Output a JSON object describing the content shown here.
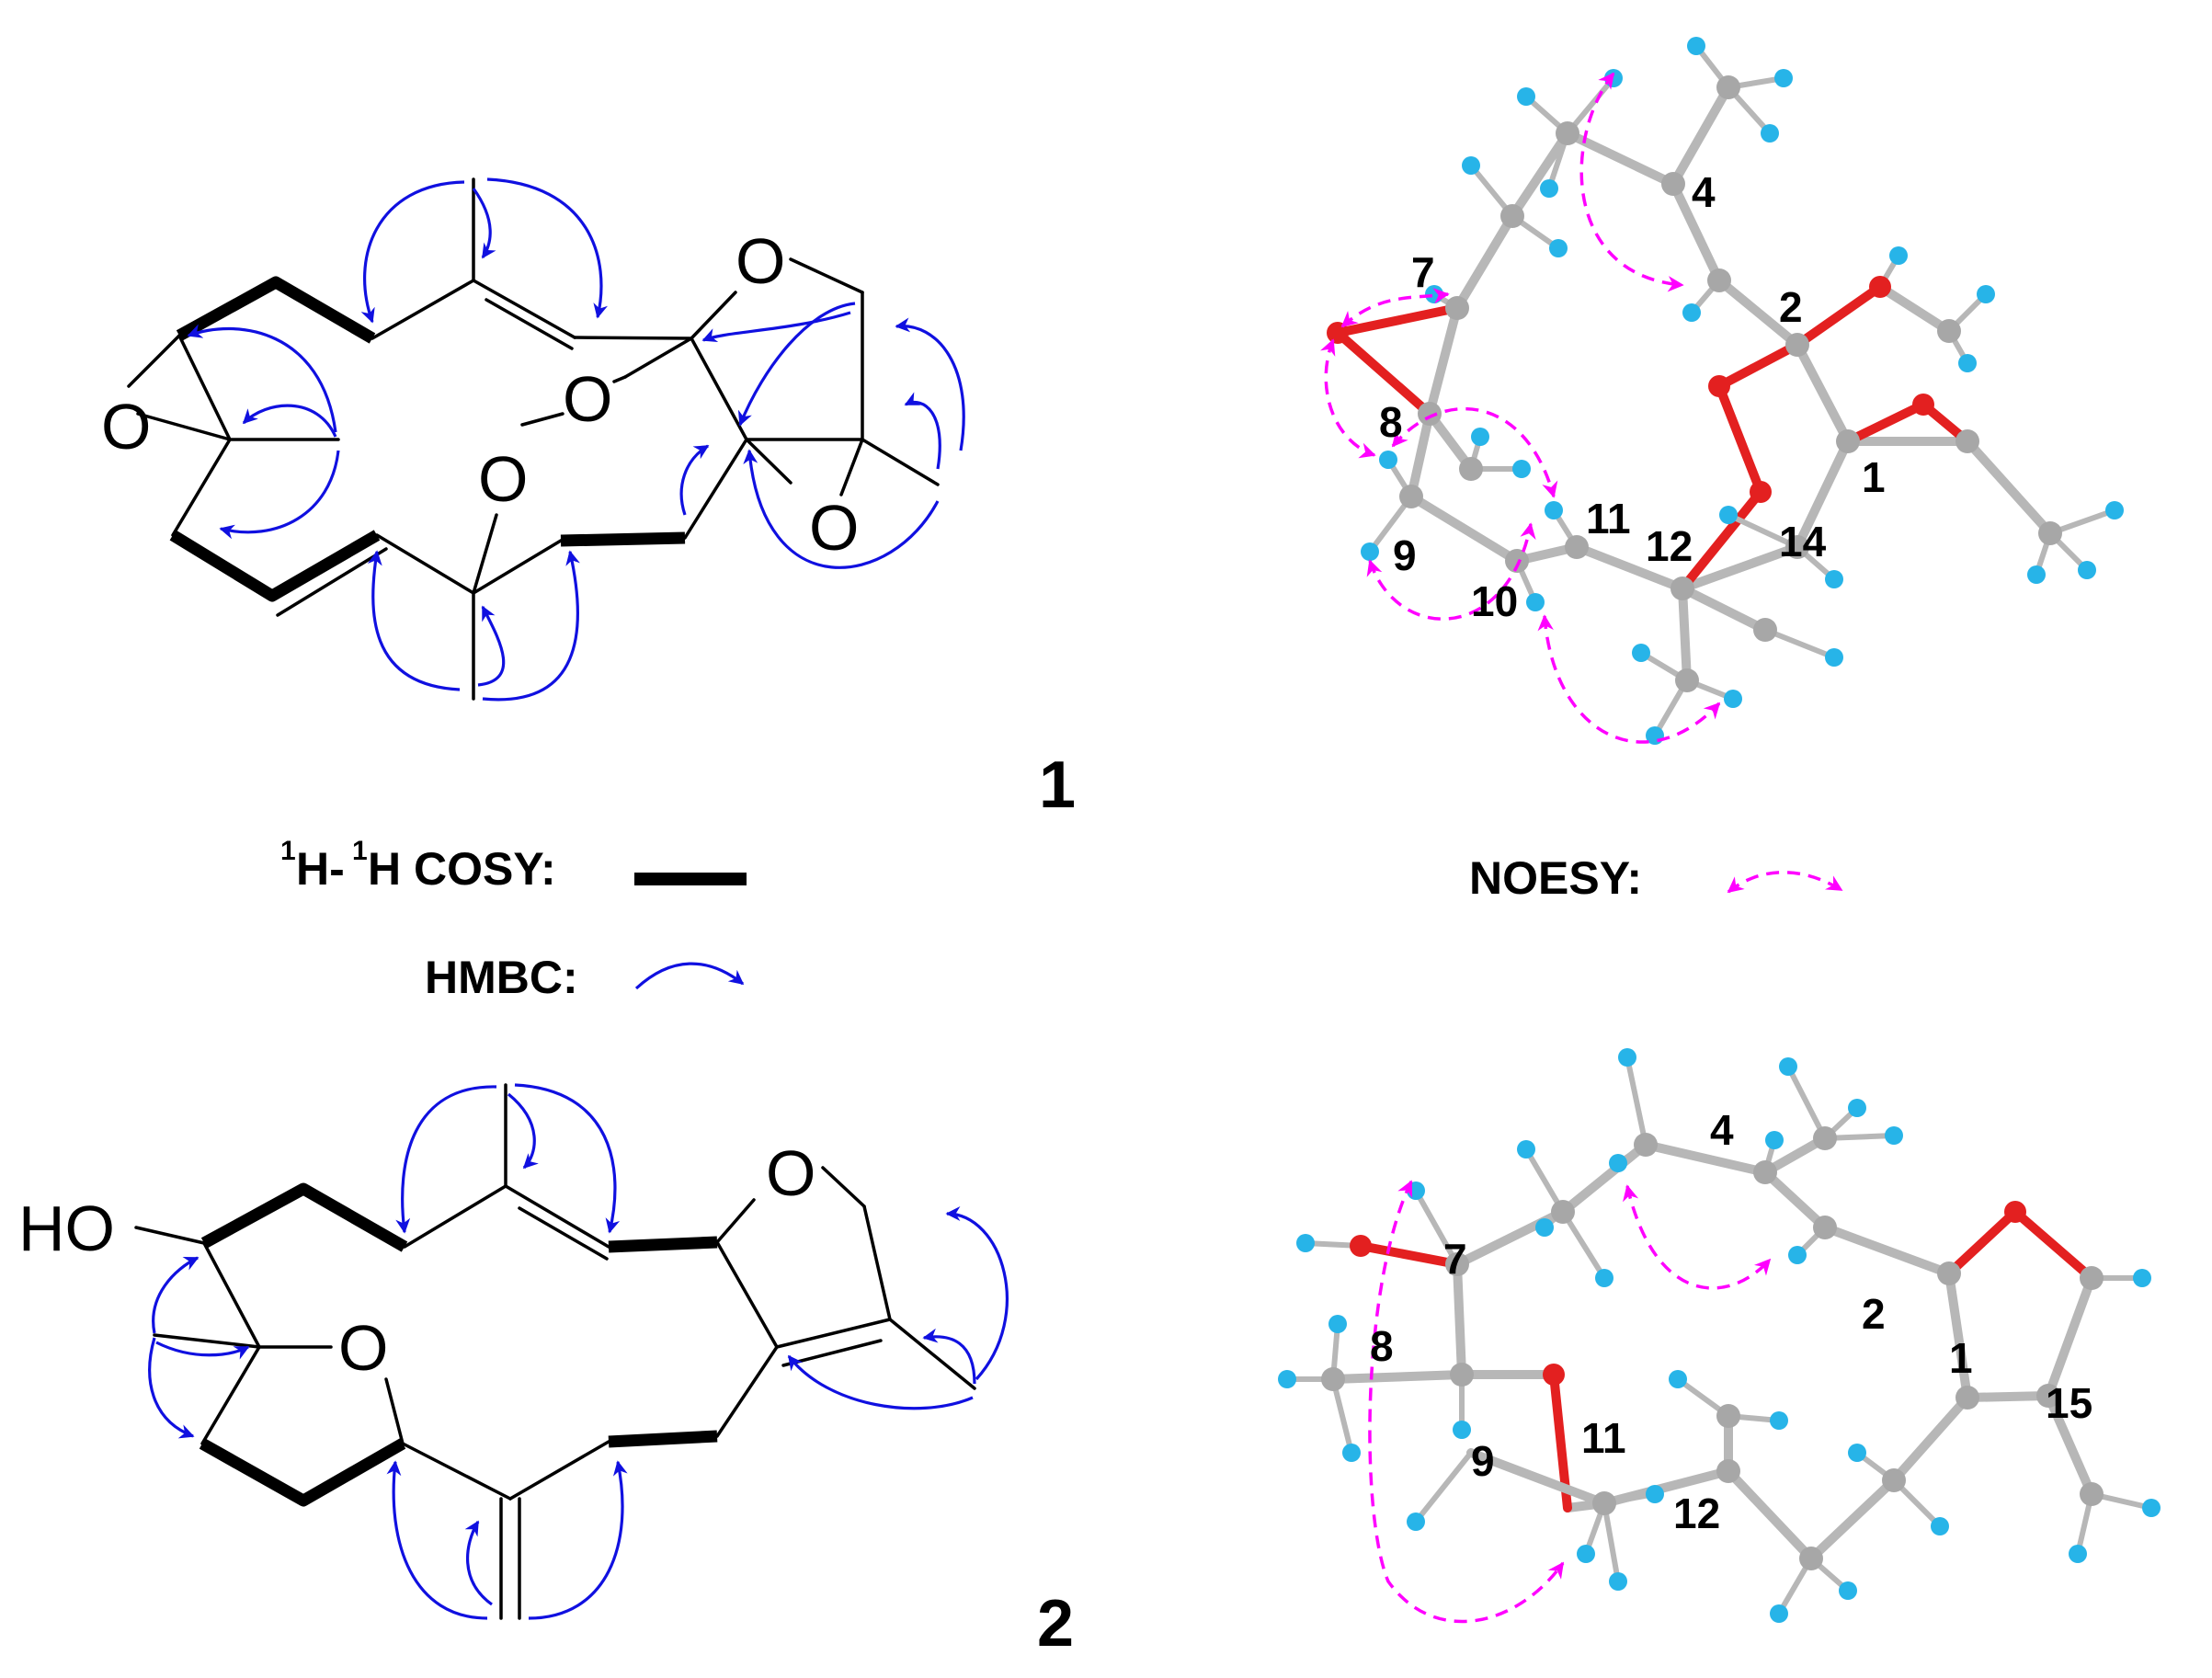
{
  "compounds": [
    {
      "number": "1"
    },
    {
      "number": "2"
    }
  ],
  "legend": {
    "cosy_sup1": "1",
    "cosy_h1": "H-",
    "cosy_sup2": "1",
    "cosy_rest": "H COSY:",
    "hmbc": "HMBC:",
    "noesy": "NOESY:"
  },
  "structure1": {
    "oxygens": [
      "O",
      "O",
      "O",
      "O",
      "O"
    ]
  },
  "structure2": {
    "hydroxyl": "HO",
    "oxygens": [
      "O",
      "O"
    ]
  },
  "model1": {
    "atom_labels": [
      "4",
      "2",
      "7",
      "8",
      "1",
      "11",
      "12",
      "14",
      "9",
      "10"
    ]
  },
  "model2": {
    "atom_labels": [
      "4",
      "7",
      "2",
      "8",
      "1",
      "15",
      "11",
      "9",
      "12"
    ]
  },
  "colors": {
    "hmbc": "#1010e0",
    "noesy": "#ff00ff",
    "carbon": "#a7a7a7",
    "hydrogen": "#27b4e8",
    "oxygen": "#e32020"
  }
}
